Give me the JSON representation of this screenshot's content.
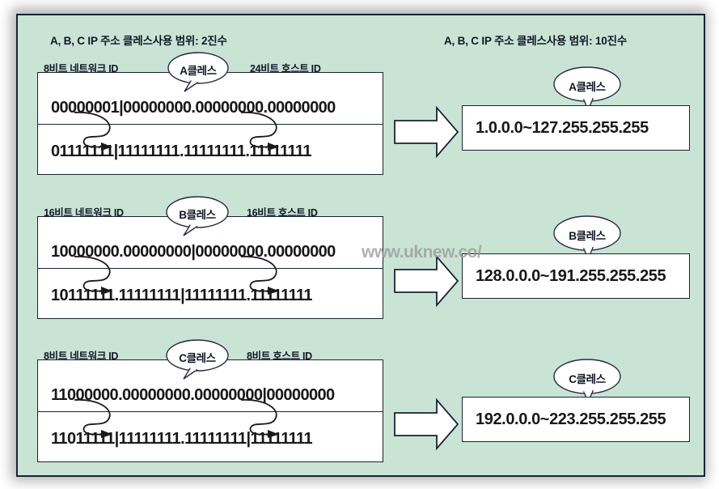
{
  "panel": {
    "background_color": "#c9e4d4",
    "border_color": "#1a2238"
  },
  "headers": {
    "left": "A, B, C IP 주소 클레스사용 범위: 2진수",
    "right": "A, B, C IP 주소 클레스사용 범위: 10진수"
  },
  "watermark": {
    "text": "www.uknew.co/"
  },
  "classes": [
    {
      "id": "a",
      "bubble_left": "A클레스",
      "bubble_right": "A클레스",
      "network_label": "8비트 네트워크 ID",
      "host_label": "24비트 호스트 ID",
      "binary_min": "00000001|00000000.00000000.00000000",
      "binary_max": "01111111|11111111.11111111.11111111",
      "range": "1.0.0.0~127.255.255.255"
    },
    {
      "id": "b",
      "bubble_left": "B클레스",
      "bubble_right": "B클레스",
      "network_label": "16비트 네트워크 ID",
      "host_label": "16비트 호스트 ID",
      "binary_min": "10000000.00000000|00000000.00000000",
      "binary_max": "10111111.11111111|11111111.11111111",
      "range": "128.0.0.0~191.255.255.255"
    },
    {
      "id": "c",
      "bubble_left": "C클레스",
      "bubble_right": "C클레스",
      "network_label": "8비트 네트워크 ID",
      "host_label": "8비트 호스트 ID",
      "binary_min": "11000000.00000000.00000000|00000000",
      "binary_max": "11011111|11111111.11111111|11111111",
      "range": "192.0.0.0~223.255.255.255"
    }
  ]
}
